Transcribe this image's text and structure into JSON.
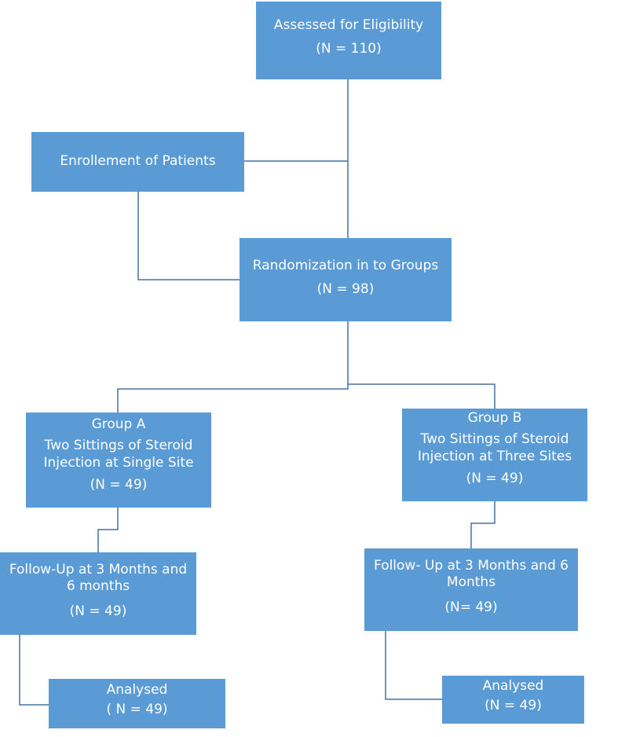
{
  "flowchart": {
    "eligibility": {
      "title": "Assessed for Eligibility",
      "count": "(N = 110)"
    },
    "enrollment": {
      "title": "Enrollement of Patients"
    },
    "randomization": {
      "title": "Randomization in to Groups",
      "count": "(N = 98)"
    },
    "group_a": {
      "name": "Group A",
      "description_line1": "Two Sittings of Steroid",
      "description_line2": "Injection at Single Site",
      "count": "(N = 49)"
    },
    "group_b": {
      "name": "Group B",
      "description_line1": "Two Sittings of Steroid",
      "description_line2": "Injection at Three Sites",
      "count": "(N = 49)"
    },
    "followup_a": {
      "line1": "Follow-Up at 3 Months and",
      "line2": "6 months",
      "count": "(N = 49)"
    },
    "followup_b": {
      "line1": "Follow- Up at 3 Months and 6",
      "line2": "Months",
      "count": "(N= 49)"
    },
    "analysed_a": {
      "title": "Analysed",
      "count": "( N = 49)"
    },
    "analysed_b": {
      "title": "Analysed",
      "count": "(N = 49)"
    }
  },
  "colors": {
    "box_fill": "#5b9bd5",
    "connector": "#4472a8",
    "text": "#ffffff"
  }
}
